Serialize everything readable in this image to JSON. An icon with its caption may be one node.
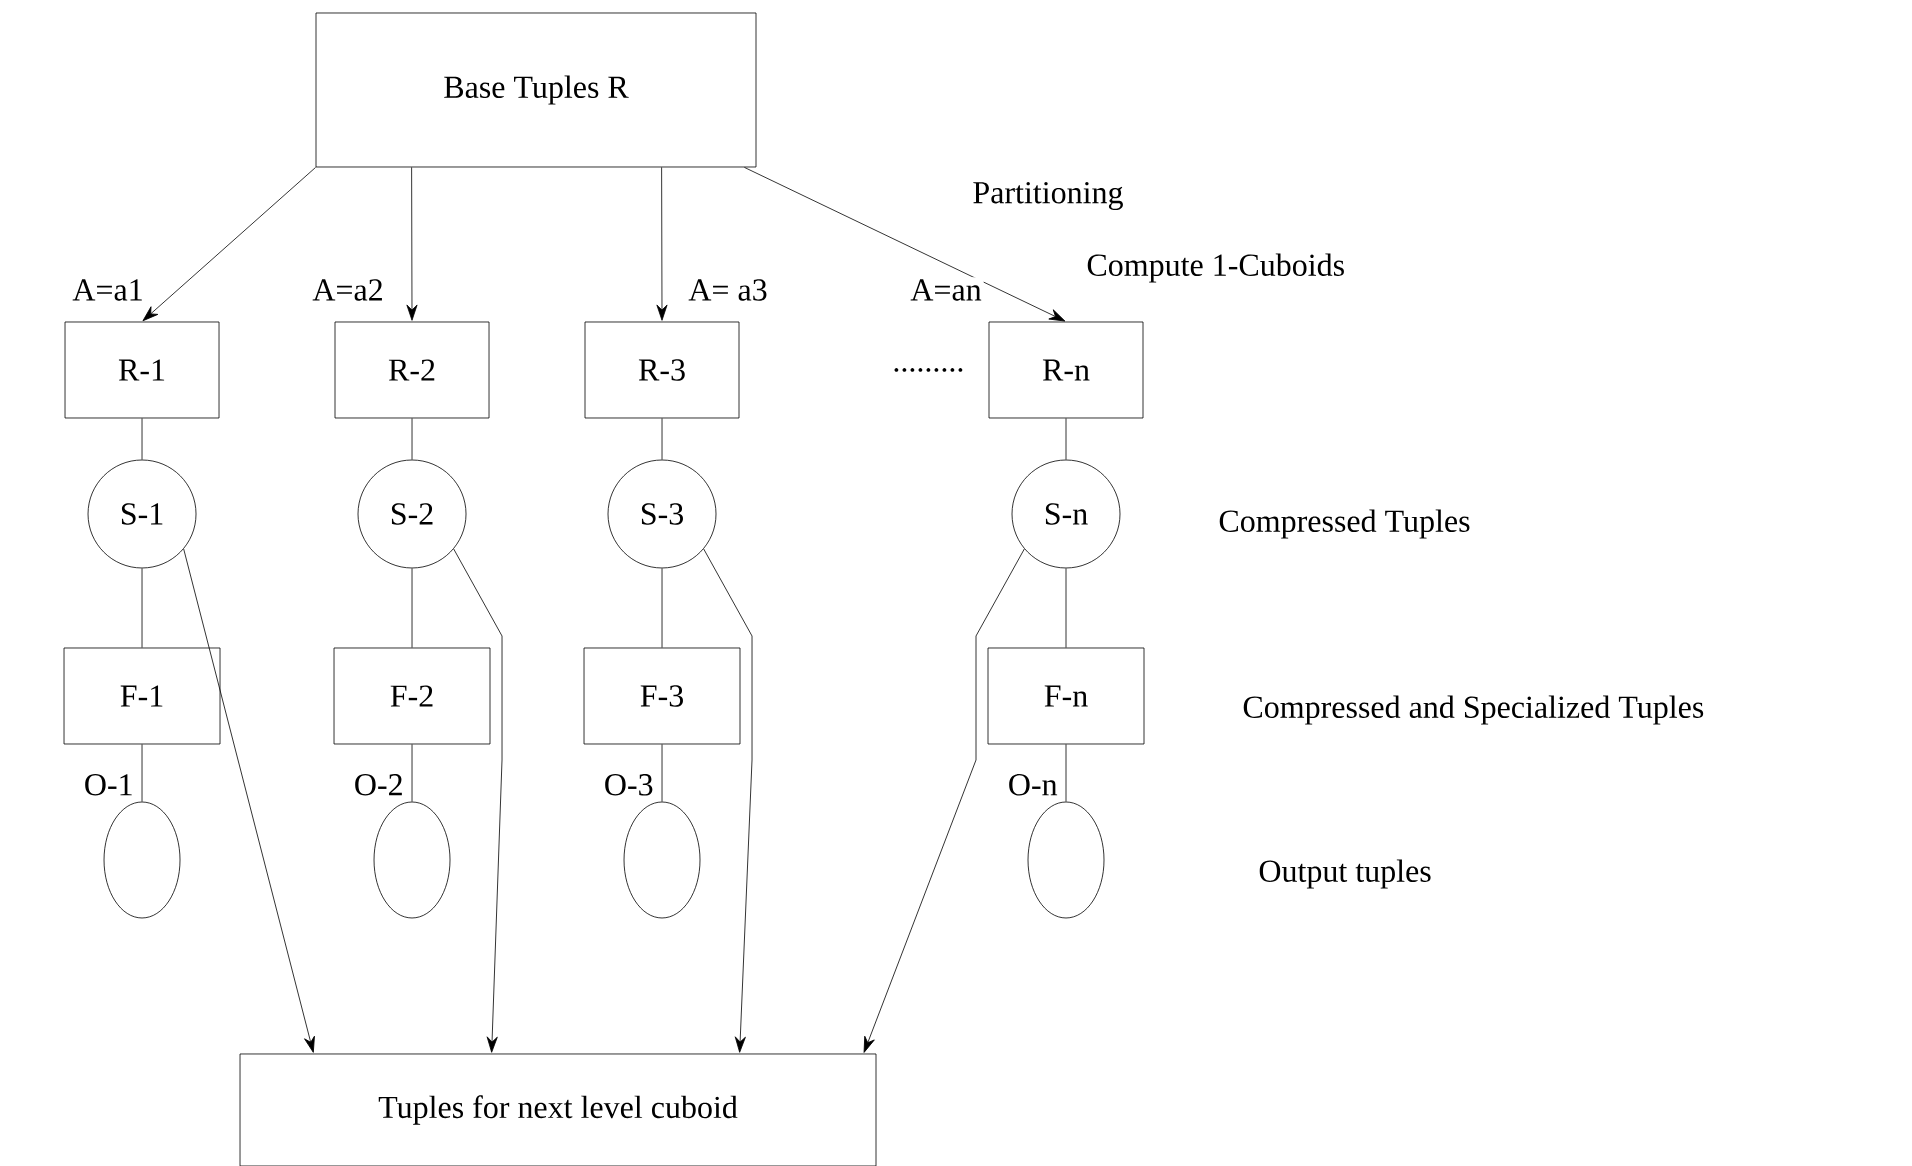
{
  "diagram": {
    "nodes": [
      {
        "text": [
          "Base Tuples R"
        ]
      },
      {
        "text": [
          "R-1"
        ]
      },
      {
        "text": [
          "R-2"
        ]
      },
      {
        "text": [
          "R-3"
        ]
      },
      {
        "text": [
          "R-n"
        ]
      },
      {
        "text": [
          "S-1"
        ]
      },
      {
        "text": [
          "S-2"
        ]
      },
      {
        "text": [
          "S-3"
        ]
      },
      {
        "text": [
          "S-n"
        ]
      },
      {
        "text": [
          "F-1"
        ]
      },
      {
        "text": [
          "F-2"
        ]
      },
      {
        "text": [
          "F-3"
        ]
      },
      {
        "text": [
          "F-n"
        ]
      },
      {
        "text": [],
        "shape": "ellipse",
        "beside": [
          "O-1"
        ]
      },
      {
        "text": [],
        "shape": "ellipse",
        "beside": [
          "O-2"
        ]
      },
      {
        "text": [],
        "shape": "ellipse",
        "beside": [
          "O-3"
        ]
      },
      {
        "text": [],
        "shape": "ellipse",
        "beside": [
          "O-n"
        ]
      },
      {
        "text": [
          "Tuples for next level cuboid"
        ]
      }
    ],
    "edges": [
      {
        "from": 0,
        "to": 1,
        "arrow": "to",
        "label": "A=a1"
      },
      {
        "from": 0,
        "to": 2,
        "arrow": "to",
        "label": "A=a2"
      },
      {
        "from": 0,
        "to": 3,
        "arrow": "to",
        "label": "A= a3"
      },
      {
        "from": 0,
        "to": 4,
        "arrow": "to",
        "label": "A=an"
      },
      {
        "from": 1,
        "to": 5,
        "arrow": "none"
      },
      {
        "from": 2,
        "to": 6,
        "arrow": "none"
      },
      {
        "from": 3,
        "to": 7,
        "arrow": "none"
      },
      {
        "from": 4,
        "to": 8,
        "arrow": "none"
      },
      {
        "from": 5,
        "to": 9,
        "arrow": "none"
      },
      {
        "from": 6,
        "to": 10,
        "arrow": "none"
      },
      {
        "from": 7,
        "to": 11,
        "arrow": "none"
      },
      {
        "from": 8,
        "to": 12,
        "arrow": "none"
      },
      {
        "from": 9,
        "to": 13,
        "arrow": "none"
      },
      {
        "from": 10,
        "to": 14,
        "arrow": "none"
      },
      {
        "from": 11,
        "to": 15,
        "arrow": "none"
      },
      {
        "from": 12,
        "to": 16,
        "arrow": "none"
      },
      {
        "from": 5,
        "to": 17,
        "arrow": "to"
      },
      {
        "from": 6,
        "to": 17,
        "arrow": "to"
      },
      {
        "from": 7,
        "to": 17,
        "arrow": "to"
      },
      {
        "from": 8,
        "to": 17,
        "arrow": "to"
      }
    ],
    "labels": [
      "Partitioning",
      "Compute 1-Cuboids",
      ".........",
      "Compressed Tuples",
      "Compressed and Specialized Tuples",
      "Output tuples"
    ]
  }
}
